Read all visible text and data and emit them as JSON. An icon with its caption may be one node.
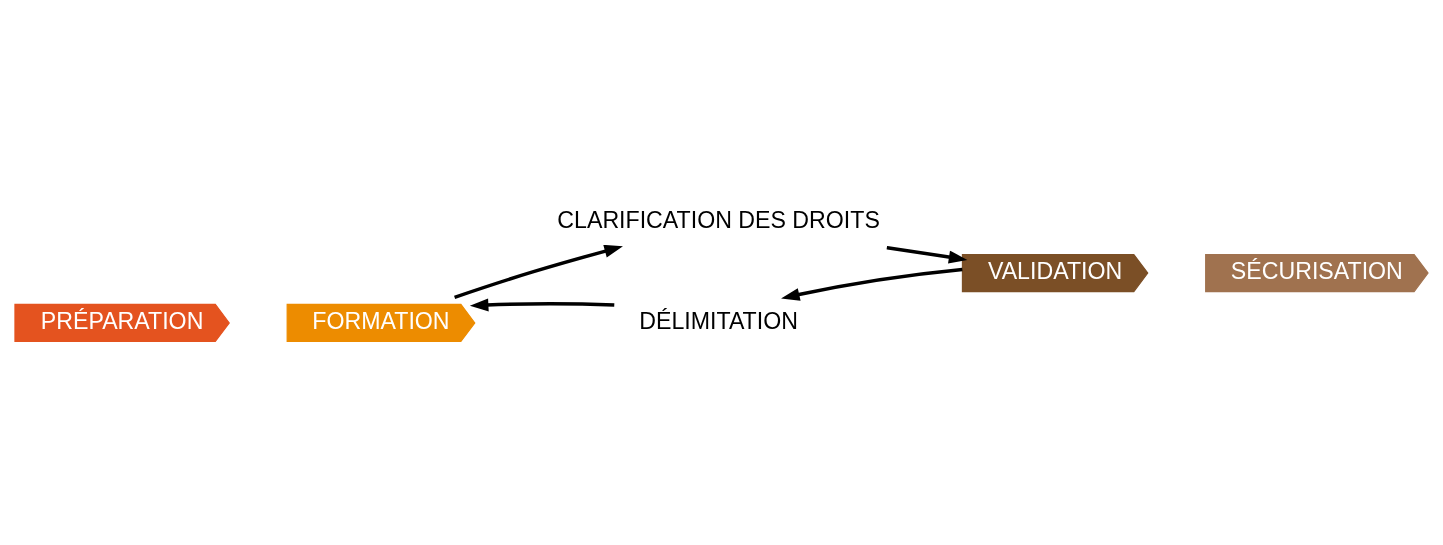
{
  "diagram": {
    "nodes": [
      {
        "text": [
          "PRÉPARATION"
        ]
      },
      {
        "text": [
          "FORMATION"
        ]
      },
      {
        "text": [
          "CLARIFICATION DES DROITS"
        ]
      },
      {
        "text": [
          "VALIDATION"
        ]
      },
      {
        "text": [
          "SÉCURISATION"
        ]
      },
      {
        "text": [
          "DÉLIMITATION"
        ]
      }
    ],
    "edges": [
      {
        "from": 1,
        "to": 2,
        "arrow": "to"
      },
      {
        "from": 2,
        "to": 3,
        "arrow": "to"
      },
      {
        "from": 3,
        "to": 5,
        "arrow": "to"
      },
      {
        "from": 5,
        "to": 1,
        "arrow": "to"
      }
    ]
  }
}
